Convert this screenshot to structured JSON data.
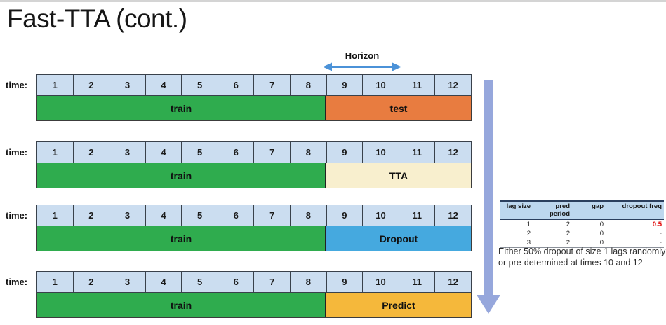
{
  "title": "Fast-TTA (cont.)",
  "diagram": {
    "horizon_label": "Horizon",
    "time_label": "time:",
    "cell_numbers": [
      "1",
      "2",
      "3",
      "4",
      "5",
      "6",
      "7",
      "8",
      "9",
      "10",
      "11",
      "12"
    ],
    "train_label": "train",
    "train_span_cells": 8,
    "rows": [
      {
        "name": "test",
        "label": "test"
      },
      {
        "name": "tta",
        "label": "TTA"
      },
      {
        "name": "dropout",
        "label": "Dropout"
      },
      {
        "name": "predict",
        "label": "Predict"
      }
    ]
  },
  "side_panel": {
    "table": {
      "headers": [
        "lag size",
        "pred period",
        "gap",
        "dropout freq"
      ],
      "rows": [
        [
          "1",
          "2",
          "0",
          "0.5"
        ],
        [
          "2",
          "2",
          "0",
          "-"
        ],
        [
          "3",
          "2",
          "0",
          "-"
        ]
      ]
    },
    "caption": "Either 50% dropout of size 1 lags randomly or pre-determined at times 10 and 12"
  },
  "colors": {
    "cell_blue": "#CBDDF0",
    "train_green": "#2FAC4E",
    "test_orange": "#E87C40",
    "tta_cream": "#F8EFCE",
    "dropout_blue": "#45A9DF",
    "predict_yellow": "#F5B83B",
    "horizon_arrow_blue": "#4B92D8",
    "flow_arrow_purple": "#96A7DC",
    "table_header_blue": "#BDD7EE",
    "highlight_red": "#E00000"
  }
}
